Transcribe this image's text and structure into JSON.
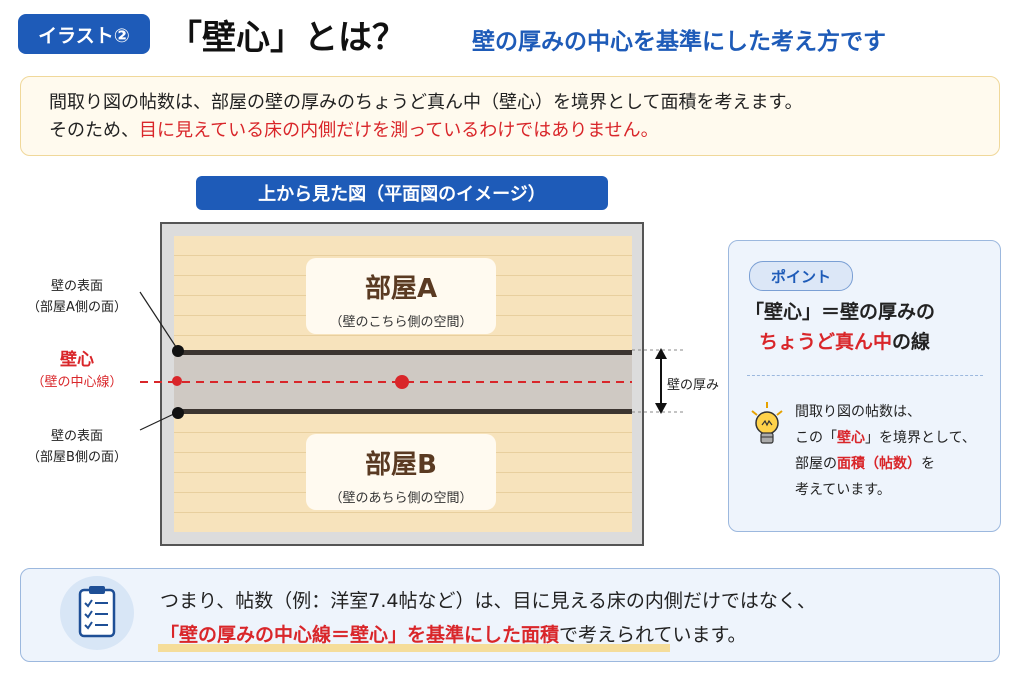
{
  "header": {
    "badge": "イラスト②",
    "title": "「壁心」とは？",
    "subtitle": "壁の厚みの中心を基準にした考え方です"
  },
  "intro": {
    "line1": "間取り図の帖数は、部屋の壁の厚みのちょうど真ん中（壁心）を境界として面積を考えます。",
    "line2_prefix": "そのため、",
    "line2_red": "目に見えている床の内側だけを測っているわけではありません。"
  },
  "section_title": "上から見た図（平面図のイメージ）",
  "diagram": {
    "room_a": {
      "name": "部屋A",
      "desc": "（壁のこちら側の空間）"
    },
    "room_b": {
      "name": "部屋B",
      "desc": "（壁のあちら側の空間）"
    },
    "label_top_surface": {
      "line1": "壁の表面",
      "line2": "（部屋A側の面）"
    },
    "label_center": {
      "line1": "壁心",
      "line2": "（壁の中心線）"
    },
    "label_bottom_surface": {
      "line1": "壁の表面",
      "line2": "（部屋B側の面）"
    },
    "thickness_label": "壁の厚み"
  },
  "point": {
    "badge": "ポイント",
    "head_line1": "「壁心」＝壁の厚みの",
    "head_line2_red": "ちょうど真ん中",
    "head_line2_suffix": "の線",
    "note_line1": "間取り図の帖数は、",
    "note_line2_prefix": "この「",
    "note_line2_red": "壁心",
    "note_line2_suffix": "」を境界として、",
    "note_line3_prefix": "部屋の",
    "note_line3_red": "面積（帖数）",
    "note_line3_suffix": "を",
    "note_line4": "考えています。"
  },
  "summary": {
    "line1": "つまり、帖数（例：洋室7.4帖など）は、目に見える床の内側だけではなく、",
    "line2_red": "「壁の厚みの中心線＝壁心」を基準にした面積",
    "line2_suffix": "で考えられています。"
  },
  "icons": {
    "bulb": "lightbulb-icon",
    "clipboard": "clipboard-checklist-icon"
  },
  "colors": {
    "primary": "#1e5bb8",
    "accent_red": "#d9262a",
    "floor": "#f7e3bc",
    "wall": "#cfc9c3"
  }
}
